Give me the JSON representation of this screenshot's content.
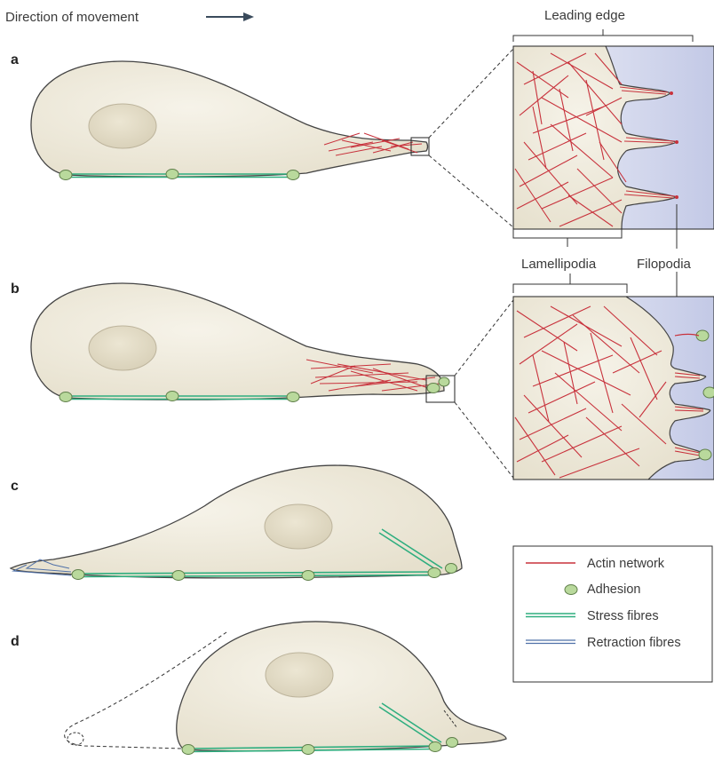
{
  "header": {
    "direction_label": "Direction of movement"
  },
  "panels": [
    {
      "letter": "a"
    },
    {
      "letter": "b"
    },
    {
      "letter": "c"
    },
    {
      "letter": "d"
    }
  ],
  "callouts": {
    "leading_edge": "Leading edge",
    "lamellipodia": "Lamellipodia",
    "filopodia": "Filopodia"
  },
  "legend": {
    "items": [
      {
        "label": "Actin network",
        "color": "#c8323c"
      },
      {
        "label": "Adhesion",
        "color": "#b9d99c"
      },
      {
        "label": "Stress fibres",
        "color": "#2fae7f"
      },
      {
        "label": "Retraction fibres",
        "color": "#4f70a8"
      }
    ]
  },
  "colors": {
    "cell_fill": "#ede8d8",
    "nucleus_fill": "#e2dbc6",
    "membrane": "#444444",
    "outside": "#c9cfe8"
  }
}
